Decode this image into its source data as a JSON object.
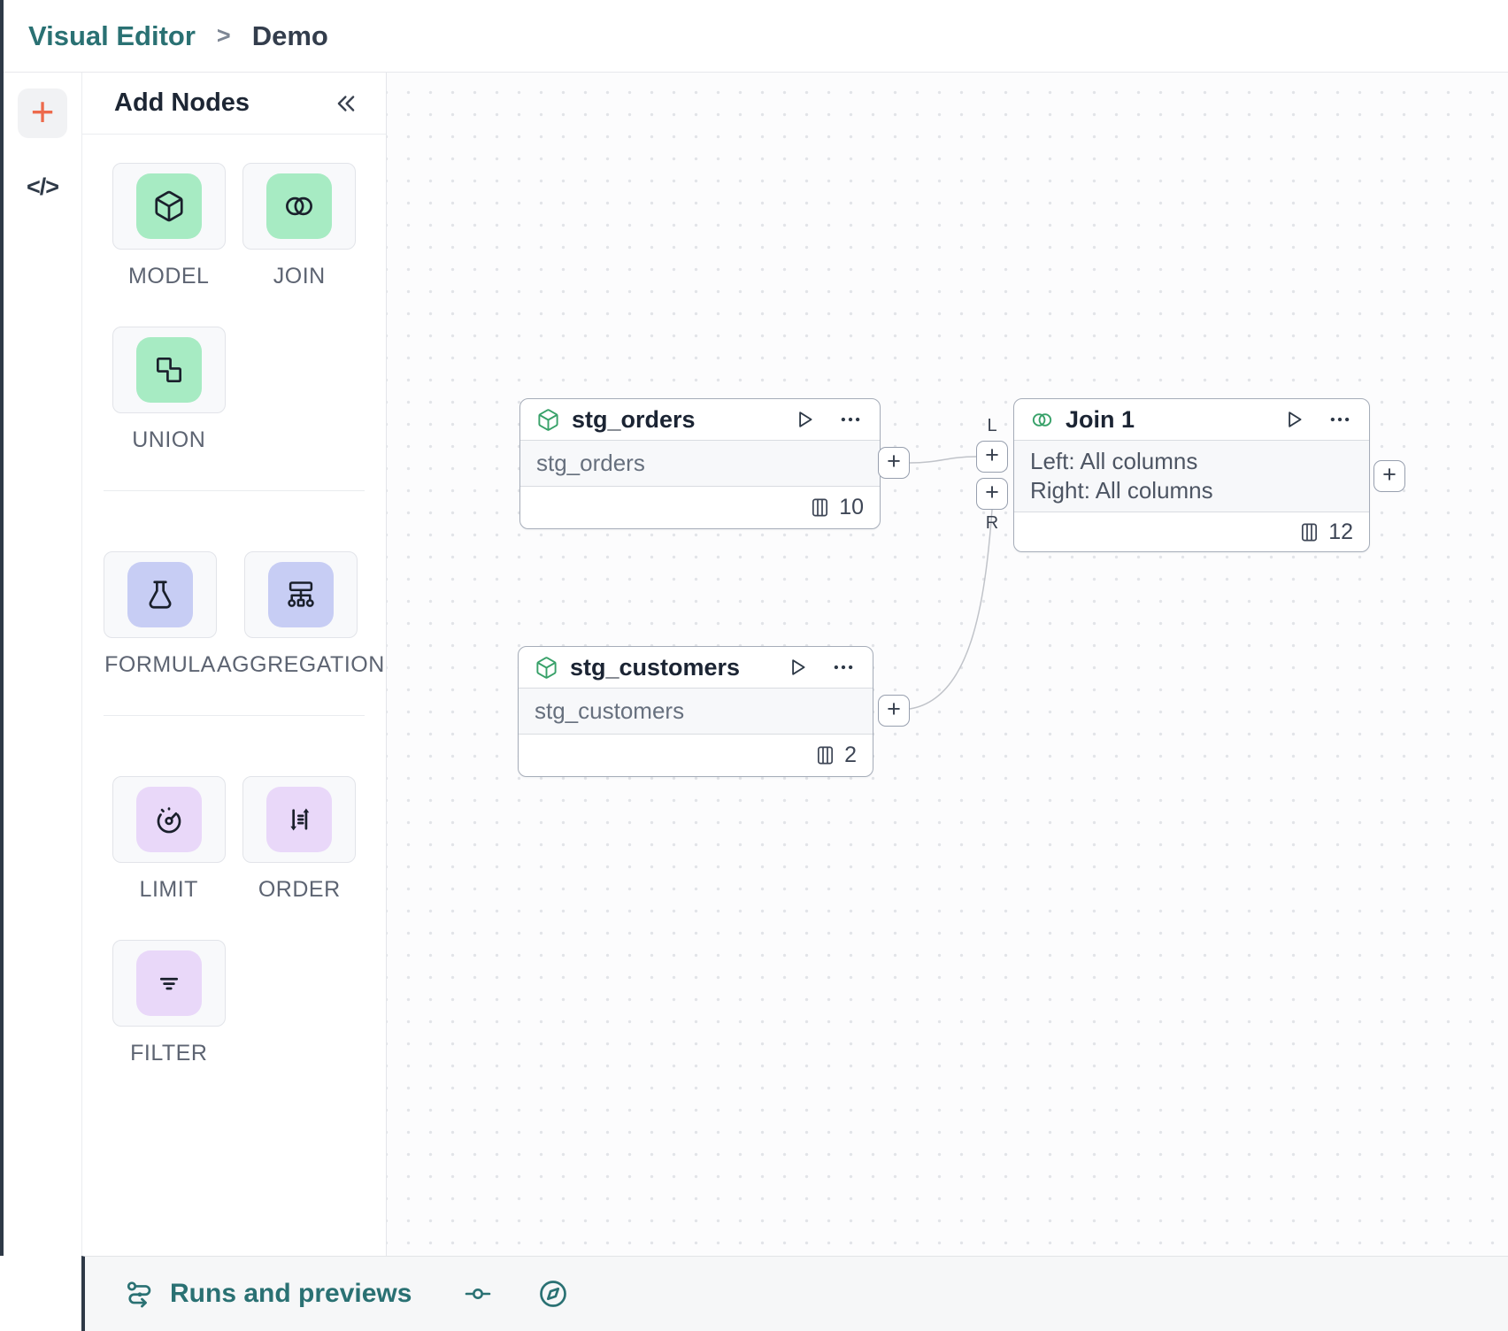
{
  "header": {
    "app_title": "Visual Editor",
    "separator": ">",
    "page_title": "Demo"
  },
  "rail": {
    "add_button": "+",
    "code_toggle": "</>"
  },
  "panel": {
    "title": "Add Nodes",
    "groups": [
      {
        "tiles": [
          {
            "label": "MODEL"
          },
          {
            "label": "JOIN"
          },
          {
            "label": "UNION"
          }
        ]
      },
      {
        "tiles": [
          {
            "label": "FORMULA"
          },
          {
            "label": "AGGREGATION"
          }
        ]
      },
      {
        "tiles": [
          {
            "label": "LIMIT"
          },
          {
            "label": "ORDER"
          },
          {
            "label": "FILTER"
          }
        ]
      }
    ]
  },
  "canvas": {
    "port_plus": "+",
    "nodes": [
      {
        "title": "stg_orders",
        "subtitle": "stg_orders",
        "column_count": "10"
      },
      {
        "title": "stg_customers",
        "subtitle": "stg_customers",
        "column_count": "2"
      },
      {
        "title": "Join 1",
        "line1": "Left: All columns",
        "line2": "Right: All columns",
        "column_count": "12",
        "left_port_label": "L",
        "right_port_label": "R"
      }
    ]
  },
  "bottom_bar": {
    "runs_label": "Runs and previews"
  },
  "colors": {
    "brand_teal": "#2a7173",
    "accent_orange": "#ed6a4c",
    "dark_navy": "#2e3947",
    "tile_green": "#a7ebc3",
    "tile_blue": "#c7cdf4",
    "tile_purple": "#e9d8f9",
    "node_icon_green": "#38a169",
    "wire_gray": "#c0c3c9"
  }
}
